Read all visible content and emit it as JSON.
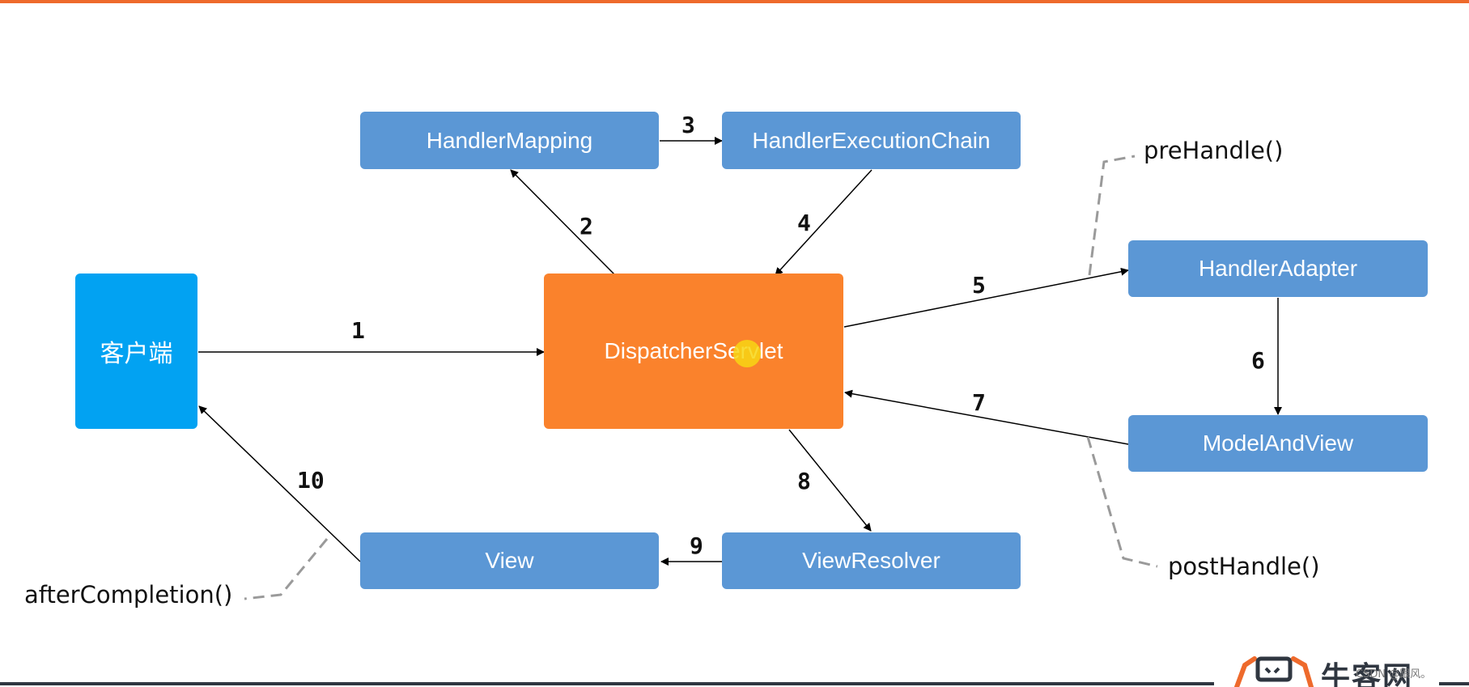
{
  "nodes": {
    "client": "客户端",
    "dispatcher": "DispatcherServlet",
    "handler_mapping": "HandlerMapping",
    "handler_execution_chain": "HandlerExecutionChain",
    "handler_adapter": "HandlerAdapter",
    "model_and_view": "ModelAndView",
    "view_resolver": "ViewResolver",
    "view": "View"
  },
  "steps": [
    "1",
    "2",
    "3",
    "4",
    "5",
    "6",
    "7",
    "8",
    "9",
    "10"
  ],
  "interceptor_methods": {
    "pre_handle": "preHandle()",
    "post_handle": "postHandle()",
    "after_completion": "afterCompletion()"
  },
  "brand": {
    "logo_text": "牛客网",
    "watermark": "CSDN @跟风。"
  },
  "colors": {
    "top_bar": "#ee6a2c",
    "blue_box": "#5b97d5",
    "client_box": "#02a2f2",
    "dispatcher_box": "#fa822c",
    "cursor_highlight": "#f7d614",
    "dashed_line": "#9a9a9a"
  }
}
